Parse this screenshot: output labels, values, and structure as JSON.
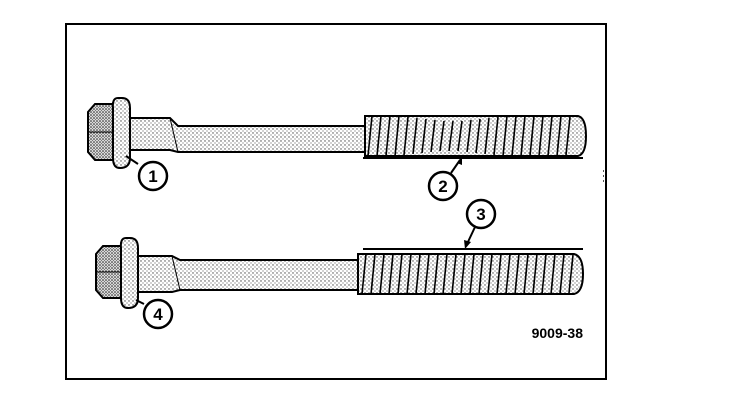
{
  "figure": {
    "callouts": [
      {
        "label": "1"
      },
      {
        "label": "2"
      },
      {
        "label": "3"
      },
      {
        "label": "4"
      }
    ],
    "figure_id": "9009-38"
  }
}
